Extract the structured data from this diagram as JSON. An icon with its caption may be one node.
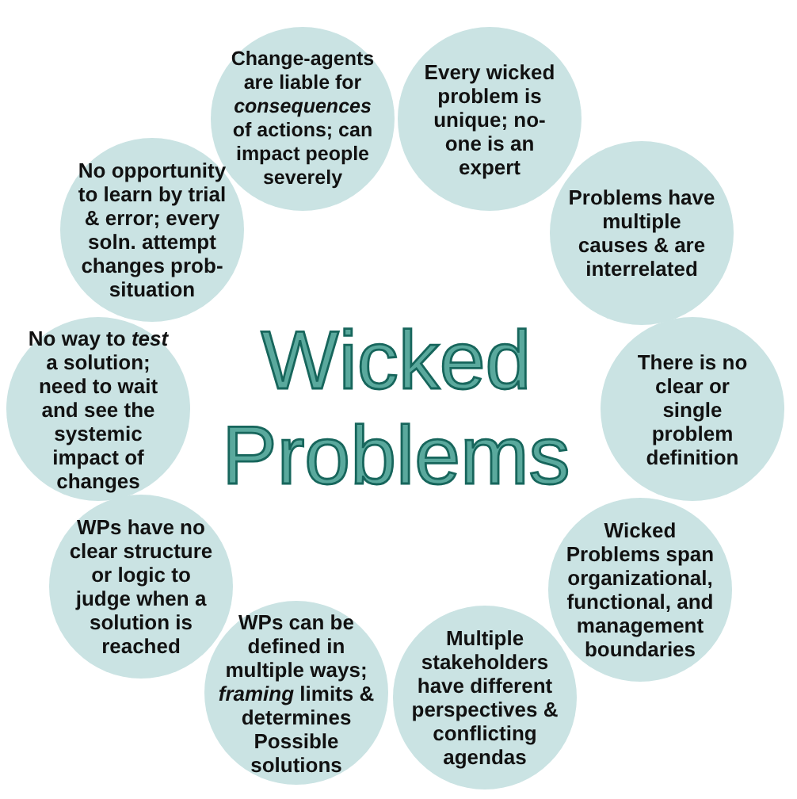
{
  "diagram": {
    "title": "Wicked Problems",
    "nodes": [
      {
        "text": [
          "Change-agents are liable for *consequences* of actions; can impact people severely"
        ]
      },
      {
        "text": [
          "Every wicked problem is unique; no-one is an expert"
        ]
      },
      {
        "text": [
          "No opportunity to learn by trial & error; every soln. attempt changes prob-situation"
        ]
      },
      {
        "text": [
          "Problems have multiple causes & are interrelated"
        ]
      },
      {
        "text": [
          "No way to *test* a solution; need to wait and see the systemic impact of changes"
        ]
      },
      {
        "text": [
          "There is no clear or single problem definition"
        ]
      },
      {
        "text": [
          "WPs have no clear structure or logic to judge when a solution is reached"
        ]
      },
      {
        "text": [
          "Wicked Problems span organizational, functional, and management boundaries"
        ]
      },
      {
        "text": [
          "WPs can be defined in multiple ways; *framing* limits & determines Possible solutions"
        ]
      },
      {
        "text": [
          "Multiple stakeholders have different perspectives & conflicting agendas"
        ]
      }
    ],
    "edges": []
  }
}
